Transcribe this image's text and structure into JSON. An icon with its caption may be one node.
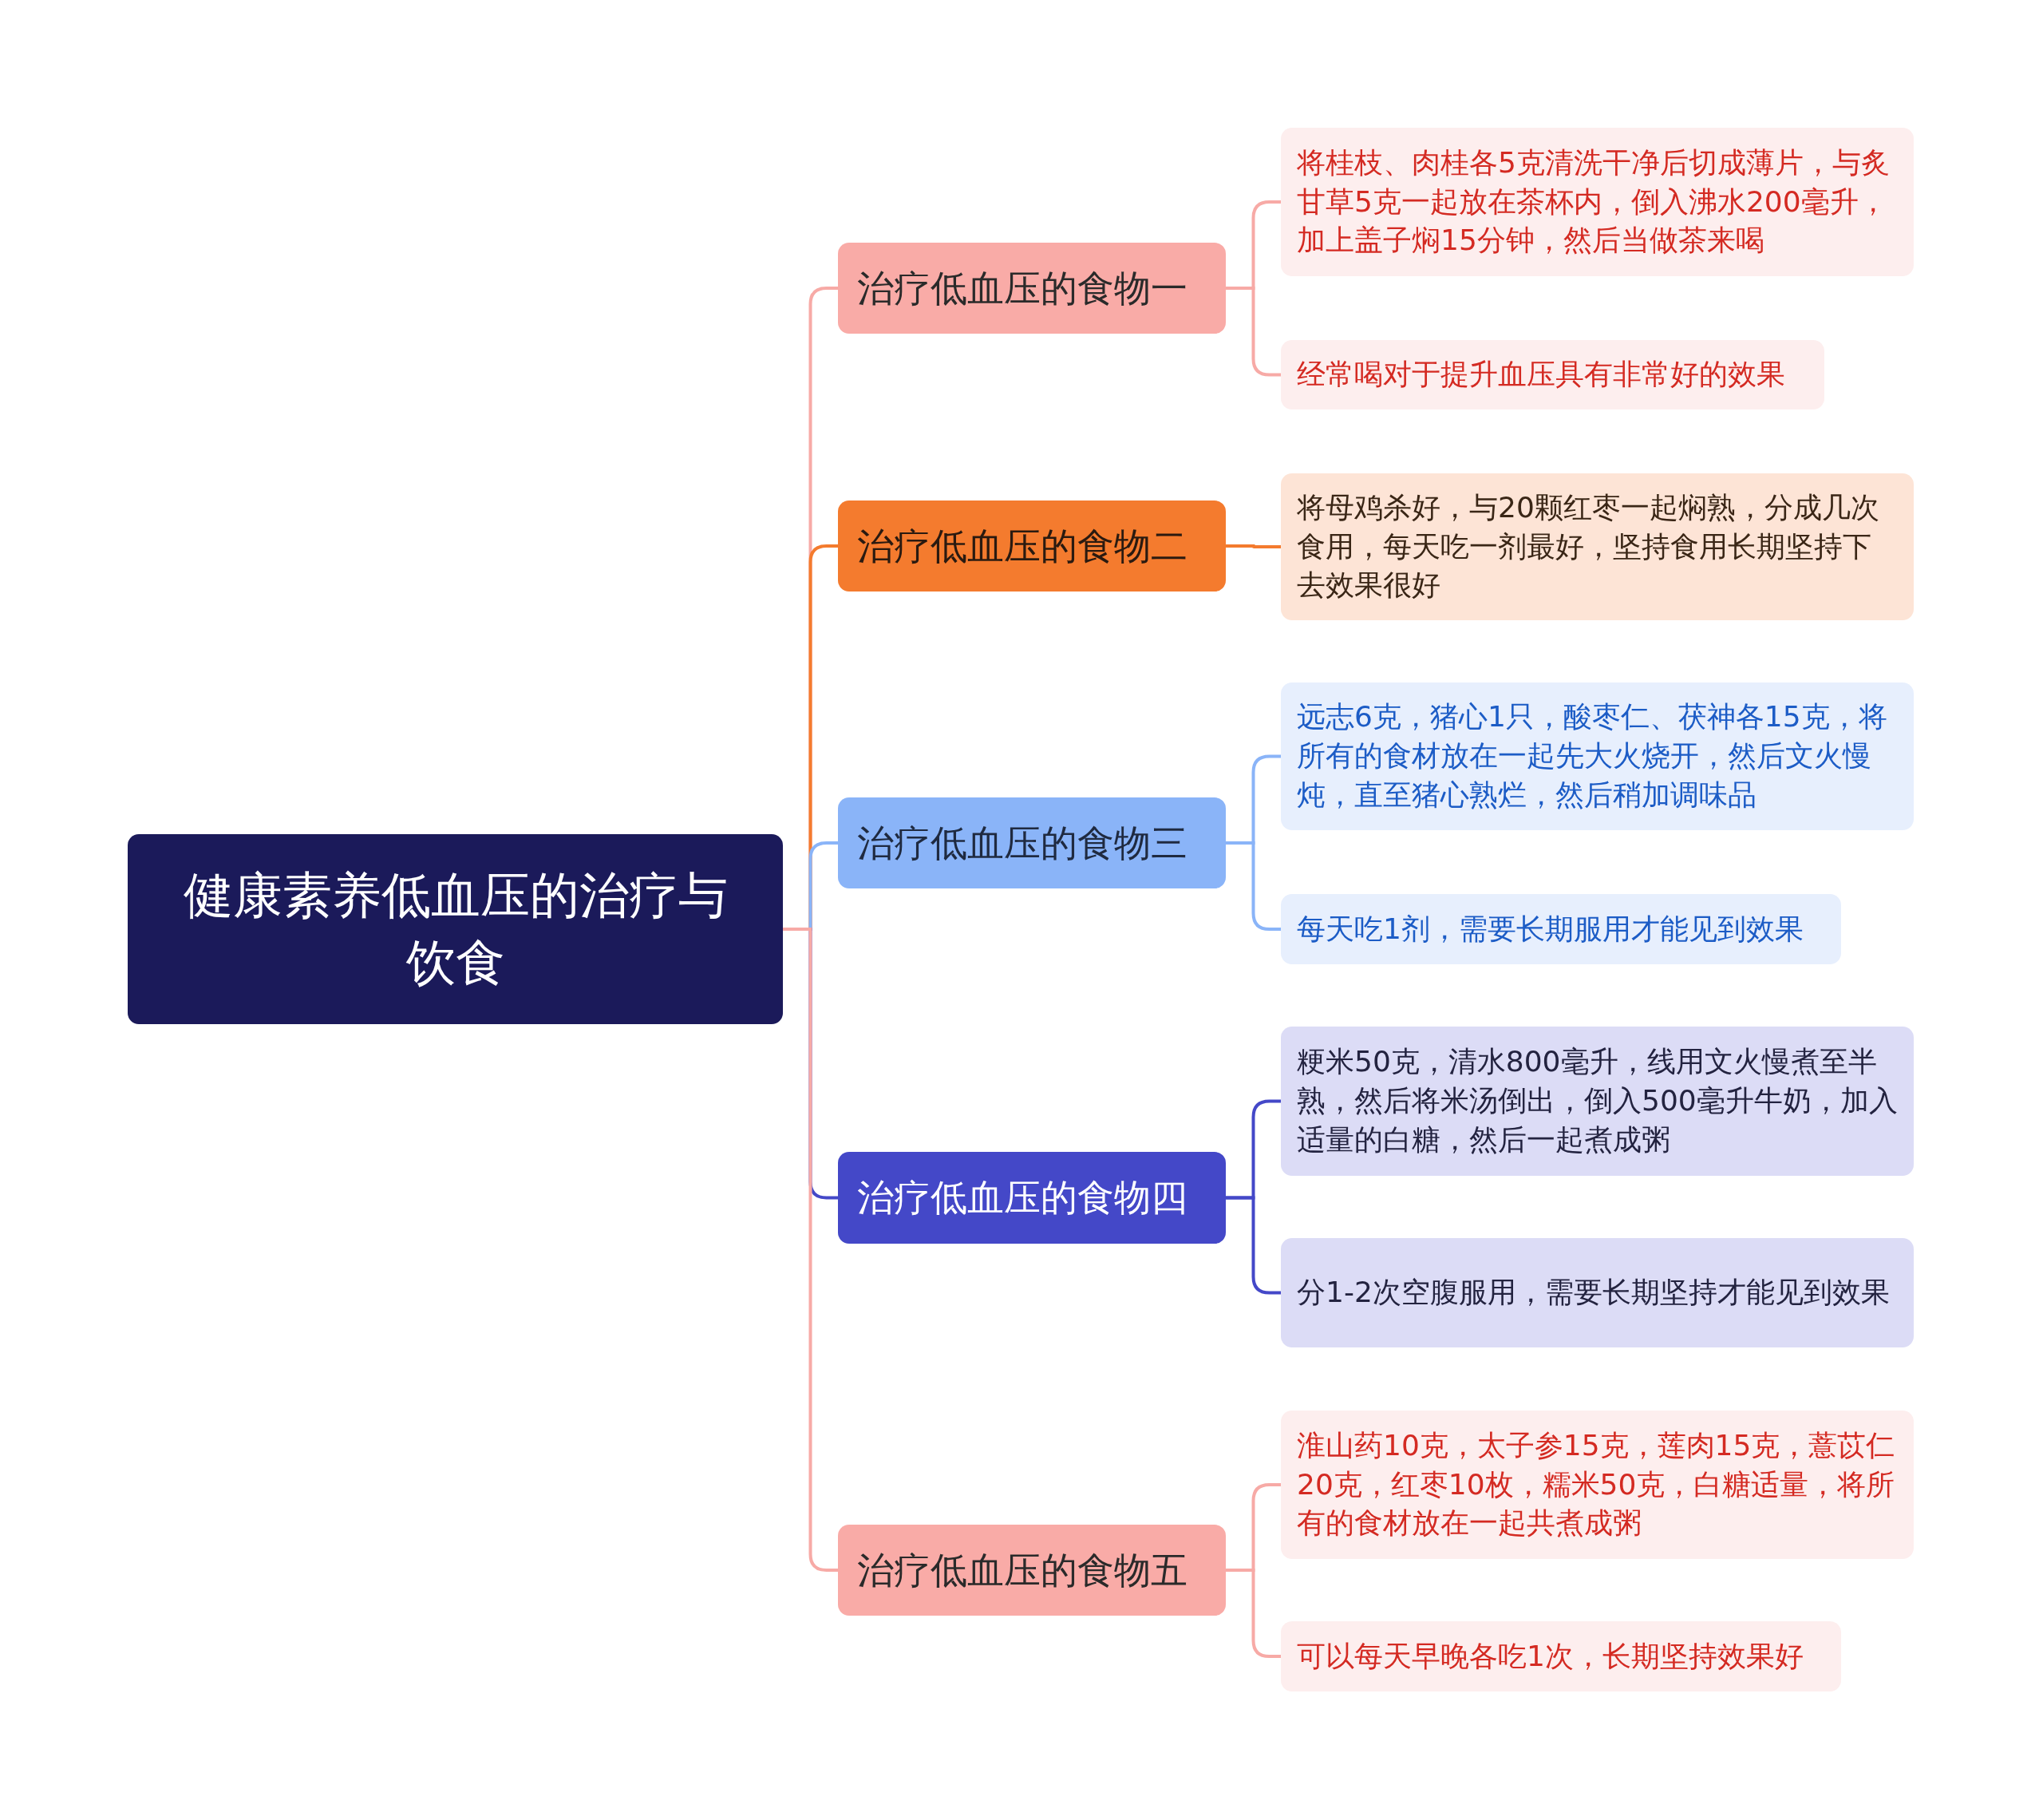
{
  "diagram": {
    "nodes": [
      {
        "text": [
          "健康素养低血压的治疗与饮食"
        ]
      },
      {
        "text": [
          "治疗低血压的食物一"
        ]
      },
      {
        "text": [
          "将桂枝、肉桂各5克清洗干净后切成薄片，与炙甘草5克一起放在茶杯内，倒入沸水200毫升，加上盖子焖15分钟，然后当做茶来喝"
        ]
      },
      {
        "text": [
          "经常喝对于提升血压具有非常好的效果"
        ]
      },
      {
        "text": [
          "治疗低血压的食物二"
        ]
      },
      {
        "text": [
          "将母鸡杀好，与20颗红枣一起焖熟，分成几次食用，每天吃一剂最好，坚持食用长期坚持下去效果很好"
        ]
      },
      {
        "text": [
          "治疗低血压的食物三"
        ]
      },
      {
        "text": [
          "远志6克，猪心1只，酸枣仁、茯神各15克，将所有的食材放在一起先大火烧开，然后文火慢炖，直至猪心熟烂，然后稍加调味品"
        ]
      },
      {
        "text": [
          "每天吃1剂，需要长期服用才能见到效果"
        ]
      },
      {
        "text": [
          "治疗低血压的食物四"
        ]
      },
      {
        "text": [
          "粳米50克，清水800毫升，线用文火慢煮至半熟，然后将米汤倒出，倒入500毫升牛奶，加入适量的白糖，然后一起煮成粥"
        ]
      },
      {
        "text": [
          "分1-2次空腹服用，需要长期坚持才能见到效果"
        ]
      },
      {
        "text": [
          "治疗低血压的食物五"
        ]
      },
      {
        "text": [
          "淮山药10克，太子参15克，莲肉15克，薏苡仁20克，红枣10枚，糯米50克，白糖适量，将所有的食材放在一起共煮成粥"
        ]
      },
      {
        "text": [
          "可以每天早晚各吃1次，长期坚持效果好"
        ]
      }
    ],
    "edges": [
      {
        "from": 0,
        "to": 1,
        "arrow": "none"
      },
      {
        "from": 0,
        "to": 4,
        "arrow": "none",
        "color": "#f47b2e"
      },
      {
        "from": 0,
        "to": 6,
        "arrow": "none",
        "color": "#8ab4f8"
      },
      {
        "from": 0,
        "to": 9,
        "arrow": "none",
        "color": "#4448c8"
      },
      {
        "from": 0,
        "to": 12,
        "arrow": "none"
      },
      {
        "from": 1,
        "to": 2,
        "arrow": "none"
      },
      {
        "from": 1,
        "to": 3,
        "arrow": "none"
      },
      {
        "from": 4,
        "to": 5,
        "arrow": "none",
        "color": "#f47b2e"
      },
      {
        "from": 6,
        "to": 7,
        "arrow": "none",
        "color": "#8ab4f8"
      },
      {
        "from": 6,
        "to": 8,
        "arrow": "none",
        "color": "#8ab4f8"
      },
      {
        "from": 9,
        "to": 10,
        "arrow": "none",
        "color": "#4448c8"
      },
      {
        "from": 9,
        "to": 11,
        "arrow": "none",
        "color": "#4448c8"
      },
      {
        "from": 12,
        "to": 13,
        "arrow": "none"
      },
      {
        "from": 12,
        "to": 14,
        "arrow": "none"
      }
    ]
  }
}
